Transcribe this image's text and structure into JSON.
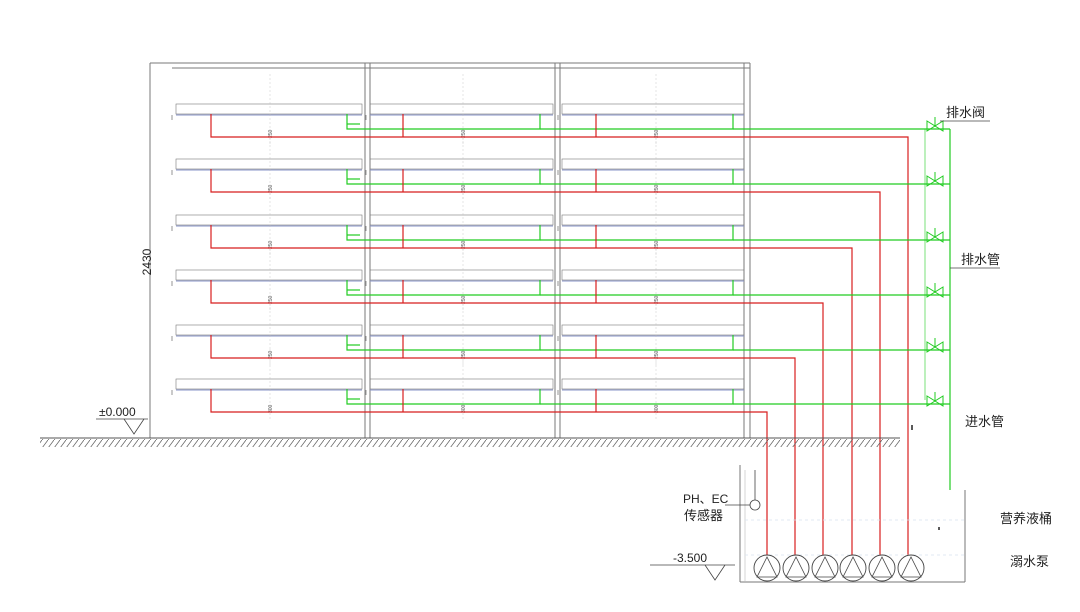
{
  "labels": {
    "drain_valve": "排水阀",
    "drain_pipe": "排水管",
    "inlet_pipe": "进水管",
    "nutrient_tank": "营养液桶",
    "pump": "溺水泵",
    "sensor_line1": "PH、EC",
    "sensor_line2": "传感器",
    "height_dim": "2430",
    "ground_level": "±0.000",
    "tank_level": "-3.500"
  },
  "frame_marks": [
    "250",
    "250",
    "250",
    "250",
    "250",
    "300"
  ],
  "colors": {
    "inlet_pipe": "#d81e1e",
    "drain_pipe": "#22cc22",
    "structure": "#7a7a7a",
    "trough": "#8a94c8",
    "text": "#222222"
  },
  "tiers": 6,
  "pumps": 6,
  "valves": 6
}
